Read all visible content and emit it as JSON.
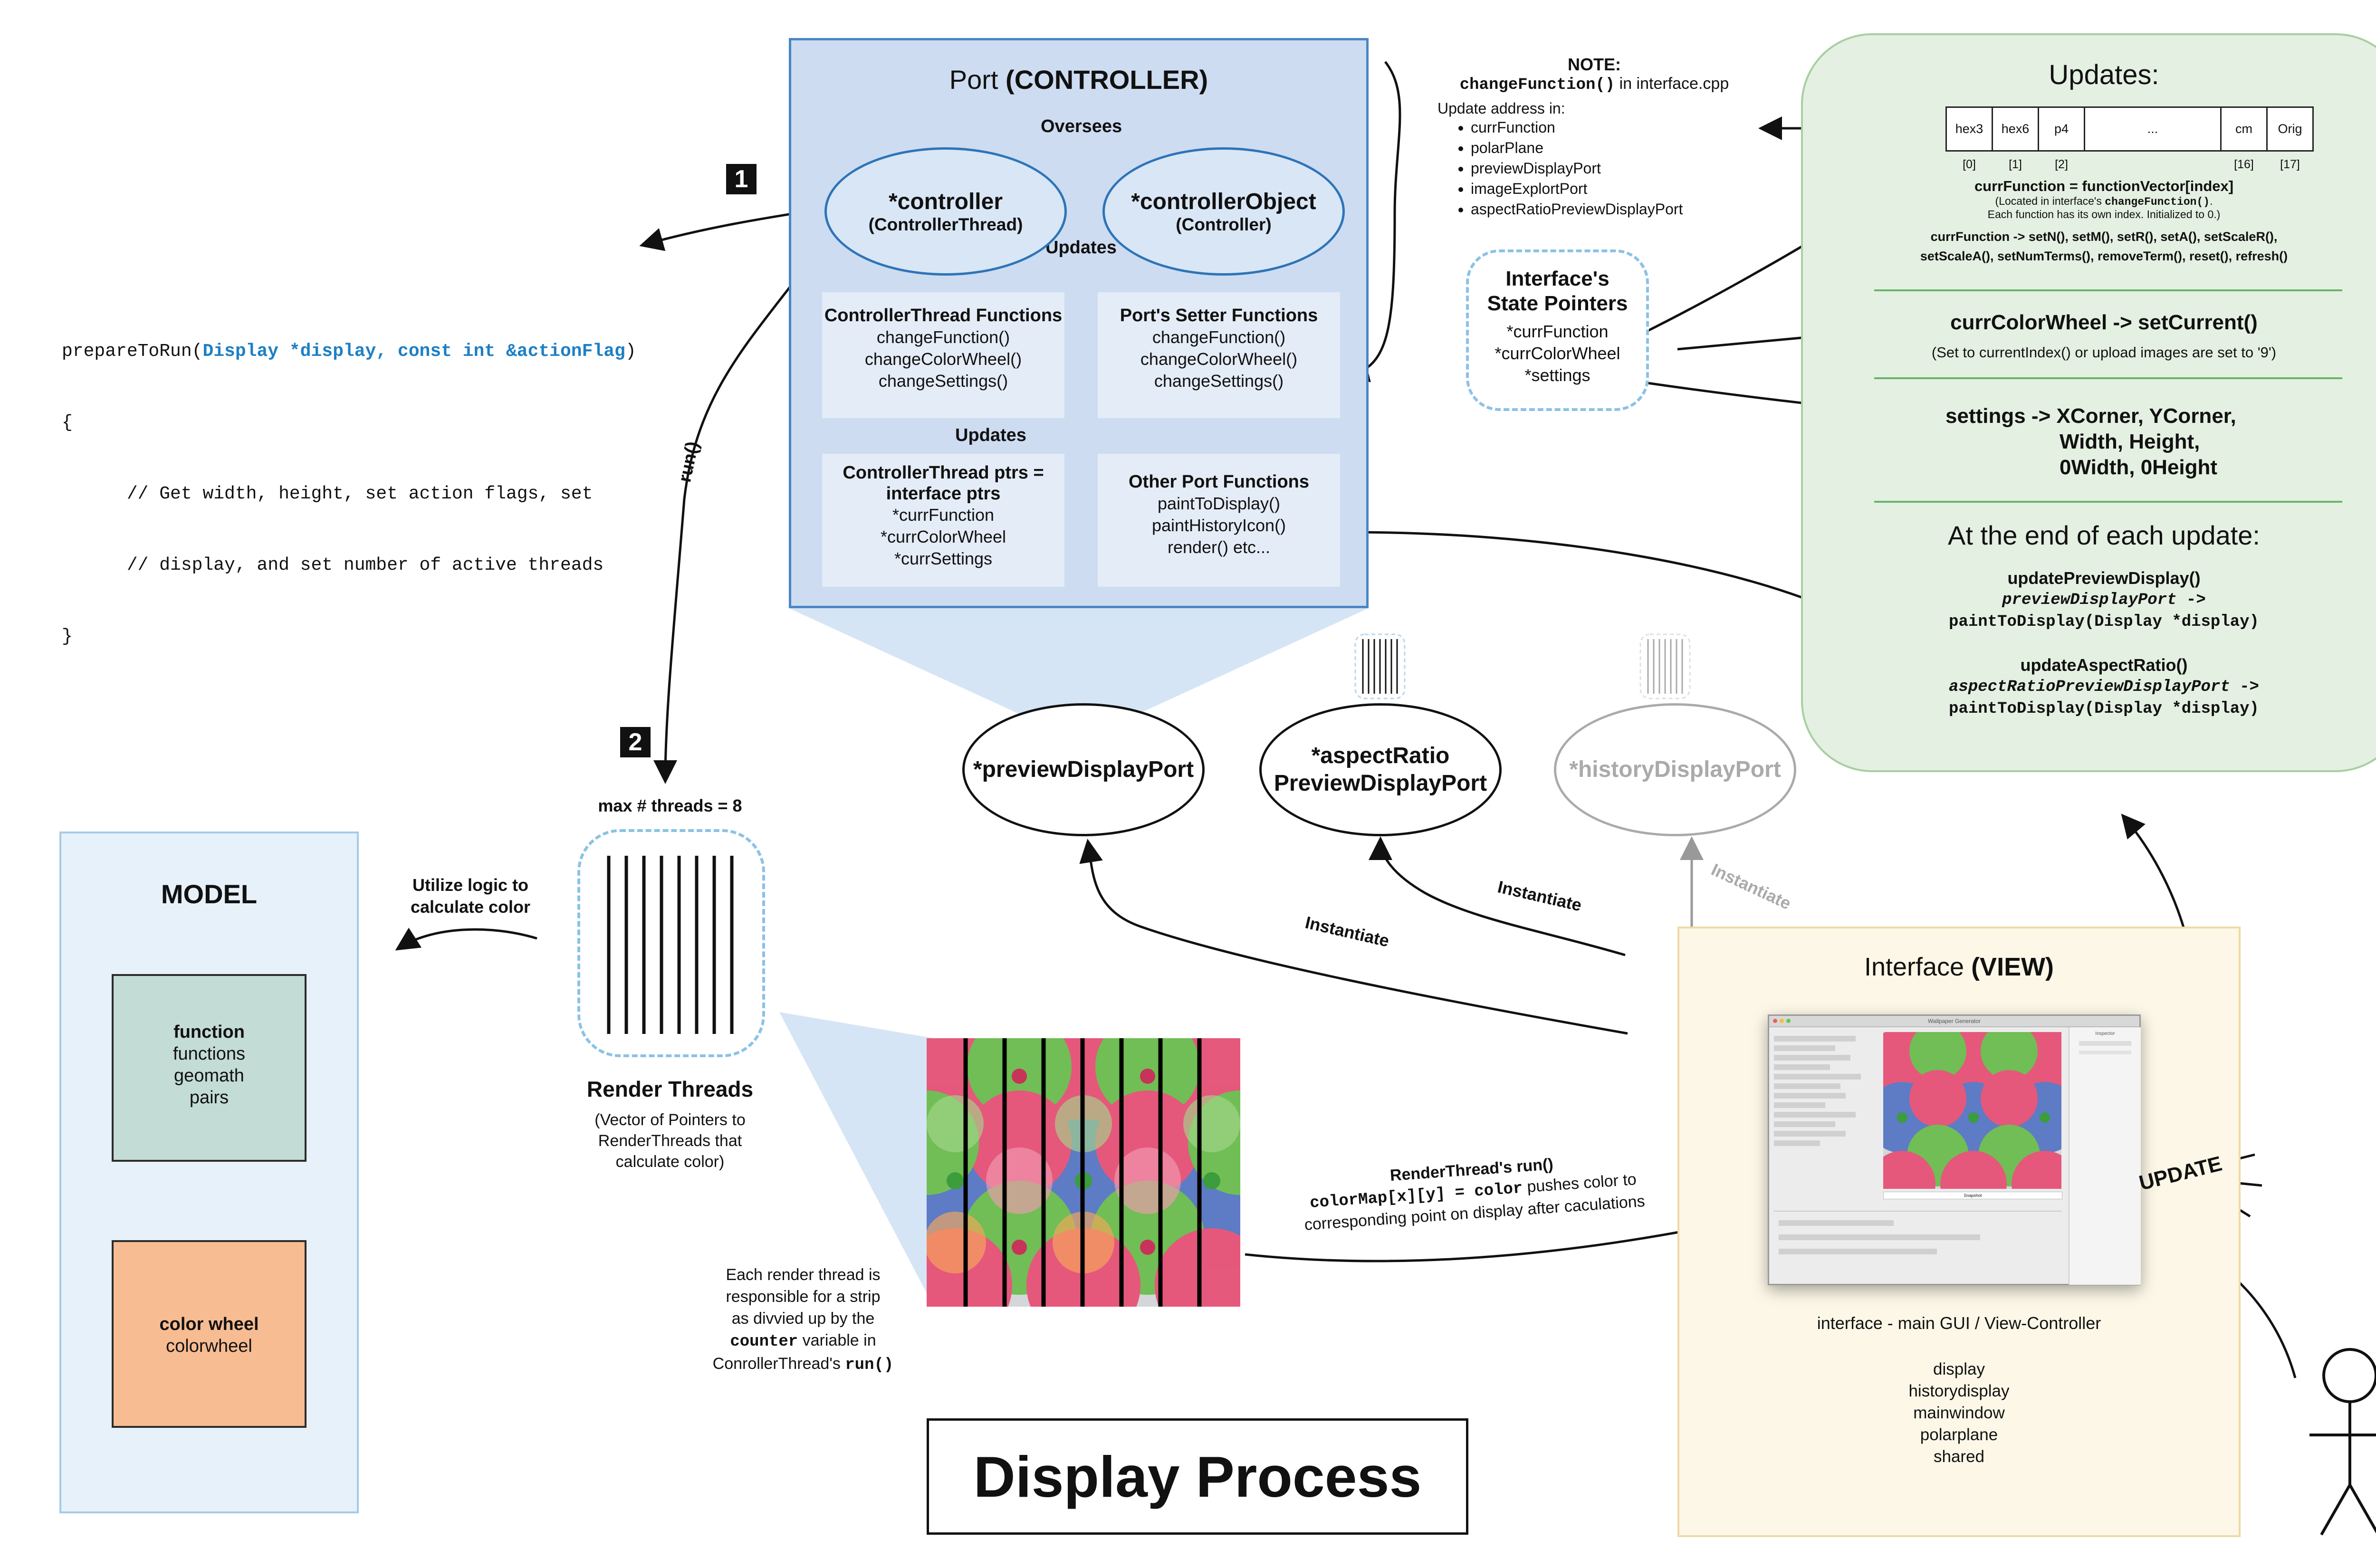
{
  "title": "Display Process",
  "badges": [
    "1",
    "2"
  ],
  "port": {
    "title_prefix": "Port ",
    "title_bold": "(CONTROLLER)",
    "oversees": "Oversees",
    "updates_top": "Updates",
    "updates_mid": "Updates",
    "controller": {
      "name": "*controller",
      "type": "(ControllerThread)"
    },
    "controller_object": {
      "name": "*controllerObject",
      "type": "(Controller)"
    },
    "boxes": [
      {
        "heading": "ControllerThread Functions",
        "lines": [
          "changeFunction()",
          "changeColorWheel()",
          "changeSettings()"
        ]
      },
      {
        "heading": "Port's Setter Functions",
        "lines": [
          "changeFunction()",
          "changeColorWheel()",
          "changeSettings()"
        ]
      },
      {
        "heading": "ControllerThread ptrs = interface ptrs",
        "lines": [
          "*currFunction",
          "*currColorWheel",
          "*currSettings"
        ]
      },
      {
        "heading": "Other Port Functions",
        "lines": [
          "paintToDisplay()",
          "paintHistoryIcon()",
          "render() etc..."
        ]
      }
    ]
  },
  "display_ports": {
    "preview": "*previewDisplayPort",
    "aspect": [
      "*aspectRatio",
      "PreviewDisplayPort"
    ],
    "history": "*historyDisplayPort"
  },
  "code": {
    "signature_fn": "prepareToRun(",
    "signature_args": "Display *display, const int &actionFlag",
    "signature_close": ")",
    "open": "{",
    "comment1": "      // Get width, height, set action flags, set",
    "comment2": "      // display, and set number of active threads",
    "close": "}"
  },
  "run_label": "run()",
  "note": {
    "heading": "NOTE:",
    "fn": "changeFunction()",
    "fn_suffix": " in interface.cpp",
    "intro": "Update address in:",
    "items": [
      "currFunction",
      "polarPlane",
      "previewDisplayPort",
      "imageExplortPort",
      "aspectRatioPreviewDisplayPort"
    ]
  },
  "state_pointers": {
    "title": [
      "Interface's",
      "State Pointers"
    ],
    "items": [
      "*currFunction",
      "*currColorWheel",
      "*settings"
    ]
  },
  "updates": {
    "title": "Updates:",
    "vector_cells": [
      "hex3",
      "hex6",
      "p4",
      "...",
      "cm",
      "Orig"
    ],
    "vector_indices": [
      "[0]",
      "[1]",
      "[2]",
      "[16]",
      "[17]"
    ],
    "curr_function_line": "currFunction = functionVector[index]",
    "located_prefix": "(Located in interface's ",
    "located_code": "changeFunction()",
    "located_suffix": ".",
    "each_index": "Each function has its own index. Initialized to 0.)",
    "curr_function_methods_1": "currFunction -> setN(), setM(), setR(), setA(), setScaleR(),",
    "curr_function_methods_2": "setScaleA(), setNumTerms(), removeTerm(), reset(), refresh()",
    "color_wheel_line": "currColorWheel -> setCurrent()",
    "color_wheel_note": "(Set to currentIndex() or upload images are set to '9')",
    "settings_line_1": "settings -> XCorner, YCorner,",
    "settings_line_2": "Width, Height,",
    "settings_line_3": "0Width, 0Height",
    "end_title": "At the end of each update:",
    "preview_fn": "updatePreviewDisplay()",
    "preview_port": "previewDisplayPort",
    "arrow": " ->",
    "paint1": "paintToDisplay(Display *display)",
    "aspect_fn": "updateAspectRatio()",
    "aspect_port": "aspectRatioPreviewDisplayPort",
    "paint2": "paintToDisplay(Display *display)"
  },
  "model": {
    "title": "MODEL",
    "function_box": {
      "bold": "function",
      "lines": [
        "functions",
        "geomath",
        "pairs"
      ]
    },
    "color_box": {
      "bold": "color wheel",
      "lines": [
        "colorwheel"
      ]
    }
  },
  "render": {
    "max_threads": "max # threads = 8",
    "utilize": [
      "Utilize logic to",
      "calculate color"
    ],
    "title": "Render Threads",
    "desc": [
      "(Vector of Pointers to",
      "RenderThreads that",
      "calculate color)"
    ],
    "strip_note_1": "Each render thread is",
    "strip_note_2": "responsible for a strip",
    "strip_note_3": "as divvied up by the",
    "strip_note_counter": "counter",
    "strip_note_variable": " variable in",
    "strip_note_5": "ConrollerThread's ",
    "strip_note_run": "run()",
    "run_title": "RenderThread's run()",
    "colormap_code": "colorMap[x][y] = color",
    "colormap_text": " pushes color to",
    "colormap_line3": "corresponding point on display after caculations"
  },
  "instantiate": [
    "Instantiate",
    "Instantiate",
    "Instantiate"
  ],
  "view": {
    "title_prefix": "Interface ",
    "title_bold": "(VIEW)",
    "caption": "interface - main GUI / View-Controller",
    "files": [
      "display",
      "historydisplay",
      "mainwindow",
      "polarplane",
      "shared"
    ],
    "update_label": "UPDATE",
    "gui_window_title": "Wallpaper Generator",
    "gui_snapshot": "Snapshot",
    "gui_inspector": "Inspector"
  },
  "colors": {
    "port_fill": "#cddcf1",
    "port_border": "#4a86c5",
    "updates_fill": "#e4f0e1",
    "model_fill": "#e6f1fa",
    "function_fill": "#c3dcd5",
    "colorwheel_fill": "#f8bc92",
    "view_fill": "#fcf7e7",
    "code_keyword": "#1d7fc4",
    "pattern": [
      "#e8436b",
      "#5fba3f",
      "#4a6cc2",
      "#f29bb1",
      "#a4d58a",
      "#c7c9cc"
    ]
  }
}
